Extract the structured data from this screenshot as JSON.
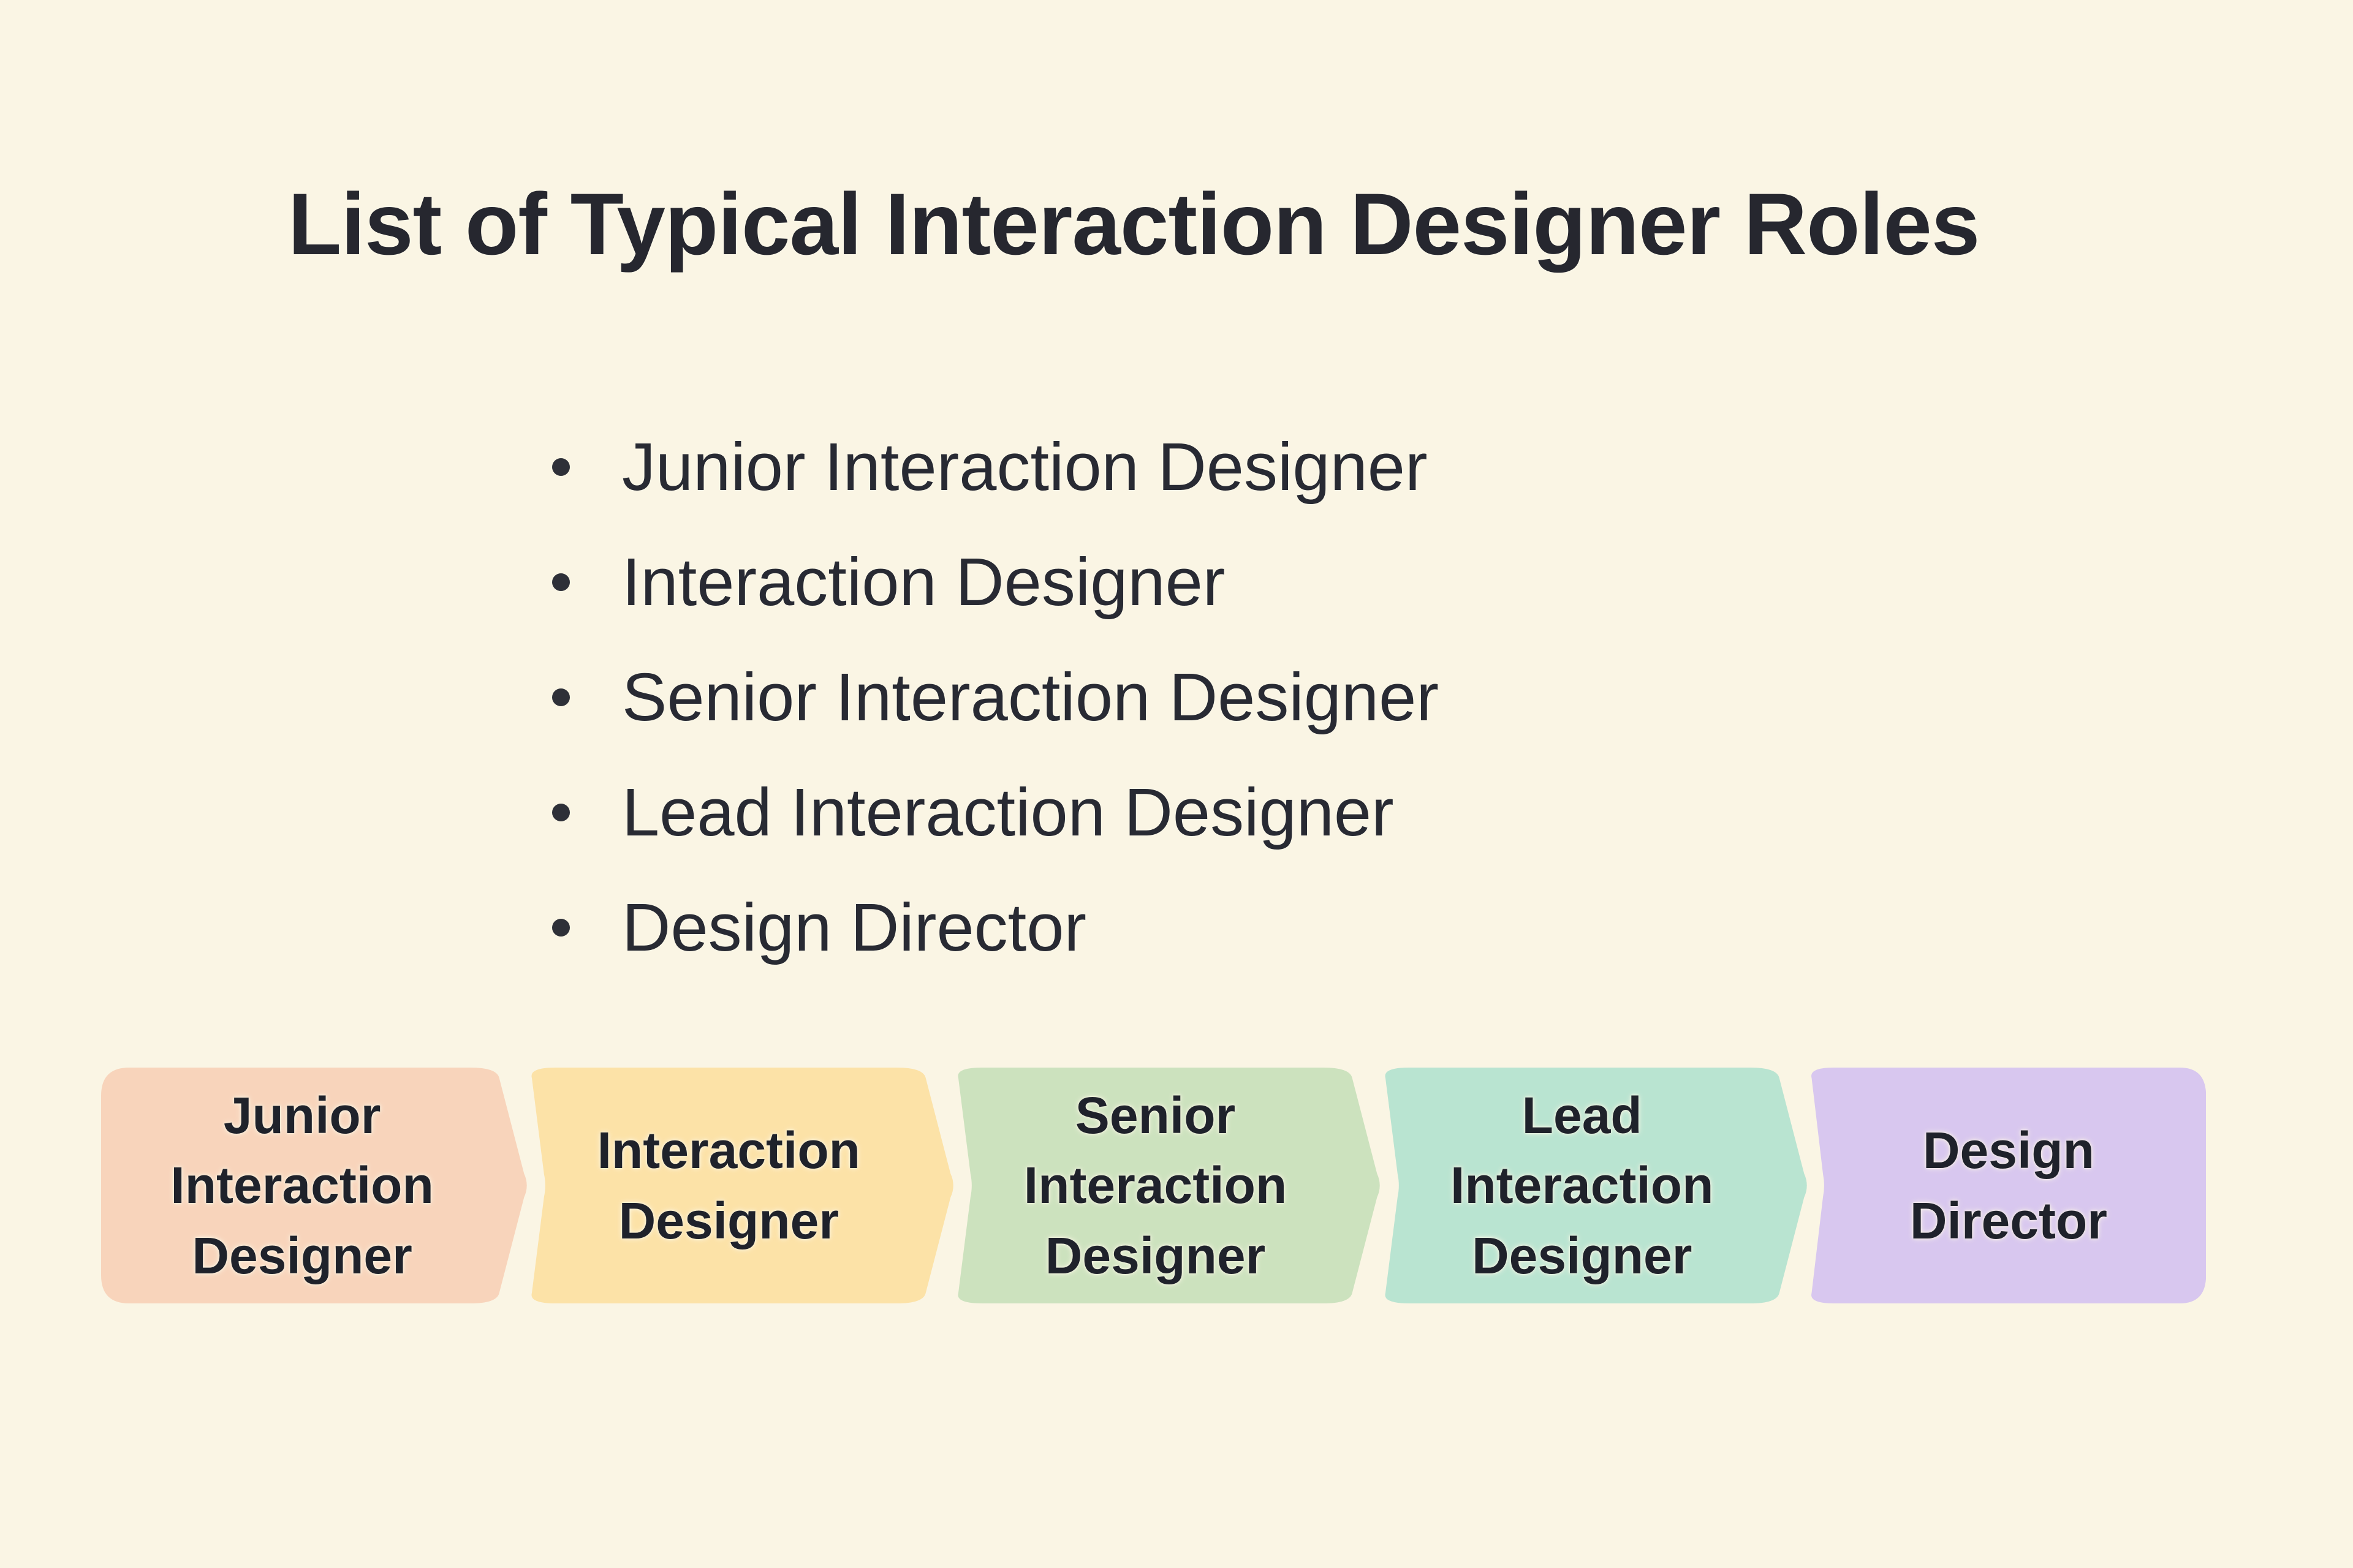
{
  "page": {
    "background_color": "#FAF5E4",
    "title": "List of Typical Interaction Designer Roles",
    "title_color": "#26272F"
  },
  "bullet_list": {
    "items": [
      "Junior Interaction Designer",
      "Interaction Designer",
      "Senior Interaction Designer",
      "Lead Interaction Designer",
      "Design Director"
    ],
    "text_color": "#282A33"
  },
  "flow": {
    "direction": "left-to-right",
    "text_color": "#1F222B",
    "steps": [
      {
        "label": "Junior Interaction Designer",
        "color": "#F8D4BB"
      },
      {
        "label": "Interaction Designer",
        "color": "#FCE2A7"
      },
      {
        "label": "Senior Interaction Designer",
        "color": "#CCE2BE"
      },
      {
        "label": "Lead Interaction Designer",
        "color": "#B9E4D1"
      },
      {
        "label": "Design Director",
        "color": "#D8C7EF"
      }
    ]
  }
}
